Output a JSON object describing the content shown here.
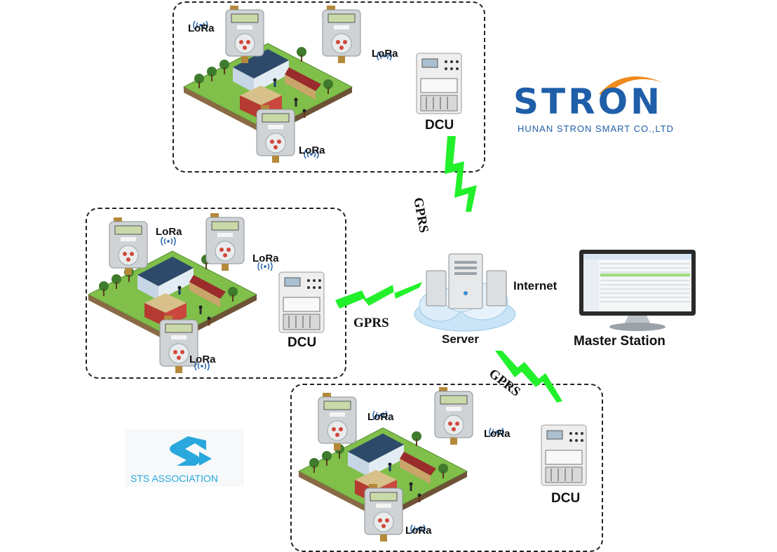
{
  "brand": {
    "logo_text": "STRON",
    "company": "HUNAN STRON SMART CO.,LTD",
    "colors": {
      "blue": "#1f5ea8",
      "orange": "#f08a1c"
    }
  },
  "sts": {
    "text": "STS ASSOCIATION",
    "color": "#2aa7dc"
  },
  "labels": {
    "lora": "LoRa",
    "dcu": "DCU",
    "gprs": "GPRS",
    "internet": "Internet",
    "server": "Server",
    "master_station": "Master Station"
  },
  "colors": {
    "bolt": "#22f02a",
    "lawn": "#7fbf4a",
    "cloud": "#c9e4f6"
  },
  "icons": [
    "lora-signal-icon",
    "water-meter-icon",
    "dcu-meter-icon",
    "house-icon",
    "server-icon",
    "cloud-icon",
    "monitor-icon",
    "lightning-bolt-icon"
  ]
}
